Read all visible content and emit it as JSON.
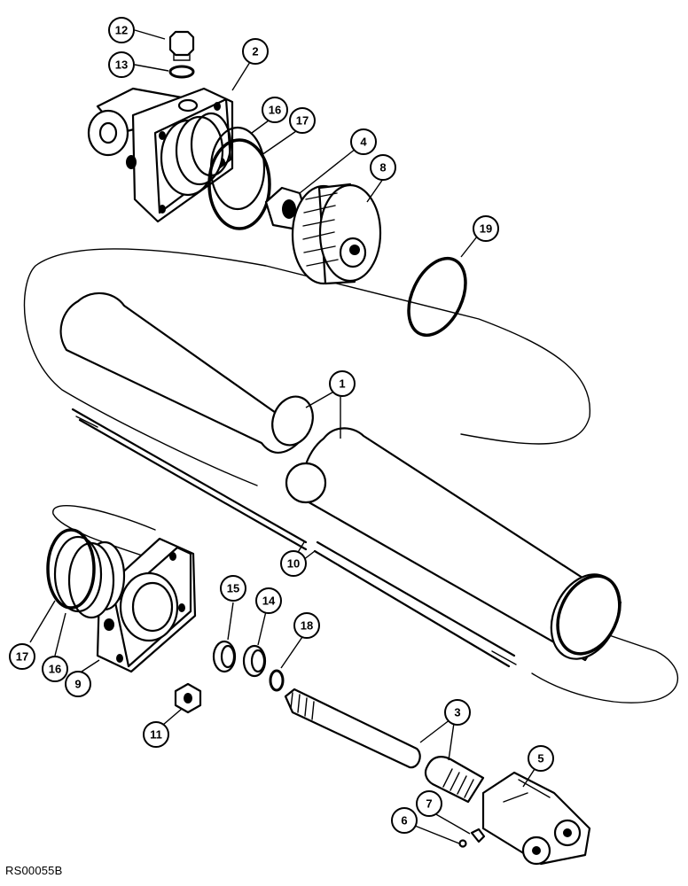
{
  "reference_code": "RS00055B",
  "callouts": [
    {
      "id": "12",
      "label": "12"
    },
    {
      "id": "13",
      "label": "13"
    },
    {
      "id": "2",
      "label": "2"
    },
    {
      "id": "16-top",
      "label": "16"
    },
    {
      "id": "17-top",
      "label": "17"
    },
    {
      "id": "4",
      "label": "4"
    },
    {
      "id": "8",
      "label": "8"
    },
    {
      "id": "19",
      "label": "19"
    },
    {
      "id": "1",
      "label": "1"
    },
    {
      "id": "10",
      "label": "10"
    },
    {
      "id": "15",
      "label": "15"
    },
    {
      "id": "14",
      "label": "14"
    },
    {
      "id": "18",
      "label": "18"
    },
    {
      "id": "17-bottom",
      "label": "17"
    },
    {
      "id": "16-bottom",
      "label": "16"
    },
    {
      "id": "9",
      "label": "9"
    },
    {
      "id": "11",
      "label": "11"
    },
    {
      "id": "3",
      "label": "3"
    },
    {
      "id": "5",
      "label": "5"
    },
    {
      "id": "7",
      "label": "7"
    },
    {
      "id": "6",
      "label": "6"
    }
  ]
}
